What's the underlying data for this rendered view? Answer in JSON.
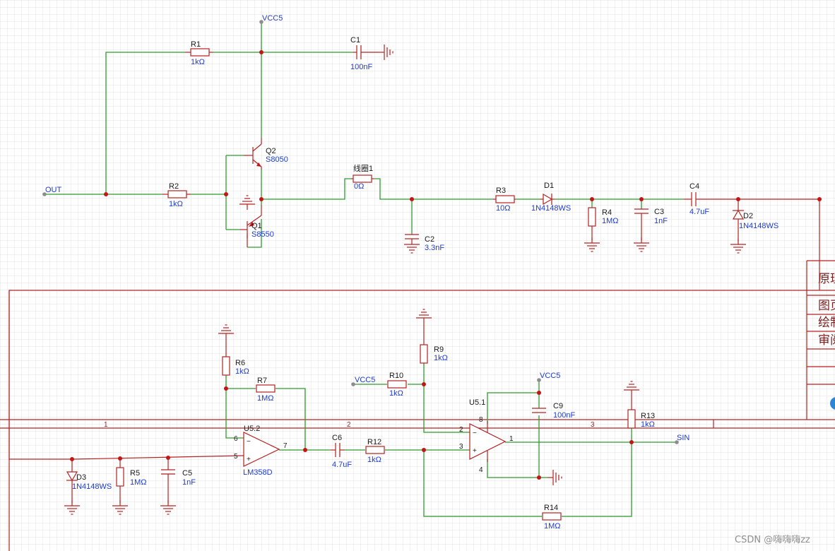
{
  "nets": {
    "out": "OUT",
    "vcc5": "VCC5",
    "sin": "SIN"
  },
  "components": {
    "r1": {
      "ref": "R1",
      "value": "1kΩ"
    },
    "r2": {
      "ref": "R2",
      "value": "1kΩ"
    },
    "c1": {
      "ref": "C1",
      "value": "100nF"
    },
    "q2": {
      "ref": "Q2",
      "value": "S8050"
    },
    "q1": {
      "ref": "Q1",
      "value": "S8550"
    },
    "coil": {
      "ref": "线圈1",
      "value": "0Ω"
    },
    "c2": {
      "ref": "C2",
      "value": "3.3nF"
    },
    "r3": {
      "ref": "R3",
      "value": "10Ω"
    },
    "d1": {
      "ref": "D1",
      "value": "1N4148WS"
    },
    "r4": {
      "ref": "R4",
      "value": "1MΩ"
    },
    "c3": {
      "ref": "C3",
      "value": "1nF"
    },
    "c4": {
      "ref": "C4",
      "value": "4.7uF"
    },
    "d2": {
      "ref": "D2",
      "value": "1N4148WS"
    },
    "r6": {
      "ref": "R6",
      "value": "1kΩ"
    },
    "r7": {
      "ref": "R7",
      "value": "1MΩ"
    },
    "u52": {
      "ref": "U5.2",
      "value": "LM358D",
      "pin_minus": "6",
      "pin_plus": "5",
      "pin_out": "7"
    },
    "c6": {
      "ref": "C6",
      "value": "4.7uF"
    },
    "r12": {
      "ref": "R12",
      "value": "1kΩ"
    },
    "r9": {
      "ref": "R9",
      "value": "1kΩ"
    },
    "r10": {
      "ref": "R10",
      "value": "1kΩ"
    },
    "u51": {
      "ref": "U5.1",
      "pin_minus": "2",
      "pin_plus": "3",
      "pin_out": "1",
      "pin_vcc": "8",
      "pin_gnd": "4"
    },
    "c9": {
      "ref": "C9",
      "value": "100nF"
    },
    "r13": {
      "ref": "R13",
      "value": "1kΩ"
    },
    "r14": {
      "ref": "R14",
      "value": "1MΩ"
    },
    "d3": {
      "ref": "D3",
      "value": "1N4148WS"
    },
    "r5": {
      "ref": "R5",
      "value": "1MΩ"
    },
    "c5": {
      "ref": "C5",
      "value": "1nF"
    }
  },
  "title_block": {
    "row1": "原理",
    "row2": "图页",
    "row3": "绘制",
    "row4": "审阅"
  },
  "ruler": {
    "zone1": "1",
    "zone2": "2",
    "zone3": "3"
  },
  "watermark": "CSDN @嗨嗨嗨zz",
  "colors": {
    "wire": "#2e9a2e",
    "component": "#b42222",
    "value_text": "#1f3bd0",
    "background": "#ffffff",
    "grid": "#dcdcdc"
  }
}
